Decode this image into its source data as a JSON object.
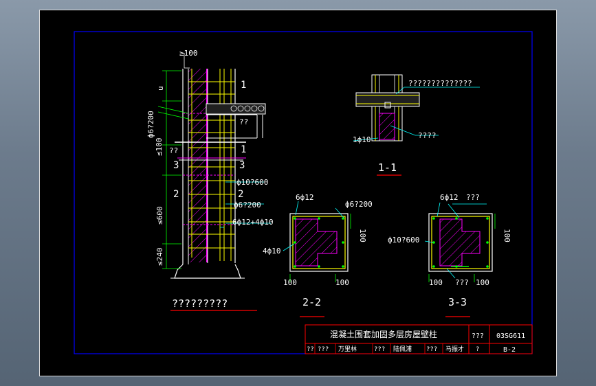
{
  "labels": {
    "dim_ge100_top": "≥100",
    "dim_u": "u",
    "dim_phi6_200_left": "ф6?200",
    "dim_le100": "≤100",
    "sec1_top": "1",
    "sec1_mid": "1",
    "beam_label": "??",
    "qq_left": "??",
    "sec3_left": "3",
    "sec3_right": "3",
    "sec2_left": "2",
    "sec2_right": "2",
    "phi10_600": "ф10?600",
    "phi6_200_mid": "ф6?200",
    "le600": "≤600",
    "rebar_main": "6ф12+4ф10",
    "le240": "≤240",
    "elev_title": "?????????",
    "s11_callout_top": "??????????????",
    "s11_callout_right": "????",
    "s11_1phi10": "1ф10",
    "s11_title": "1-1",
    "s22_6phi12": "6ф12",
    "s22_phi6_200": "ф6?200",
    "s22_100_right": "100",
    "s22_4phi10": "4ф10",
    "s22_100_a": "100",
    "s22_100_b": "100",
    "s22_title": "2-2",
    "s33_6phi12": "6ф12",
    "s33_qqq_top": "???",
    "s33_100_right": "100",
    "s33_phi10_600": "ф10?600",
    "s33_100_a": "100",
    "s33_qqq_bot": "???",
    "s33_100_b": "100",
    "s33_title": "3-3"
  },
  "title_block": {
    "title": "混凝土围套加固多层房屋壁柱",
    "cell_qqq": "???",
    "atlas_no": "03SG611",
    "row2": [
      "??",
      "???",
      "万里林",
      "???",
      "陆佩浦",
      "???",
      "马振才",
      "?"
    ],
    "page_no": "B-2"
  },
  "colors": {
    "background": "#000000",
    "frame": "#0000ff",
    "concrete": "#ff00ff",
    "rebar": "#ffff00",
    "dimension": "#00ff00",
    "leader": "#00ffff",
    "title_underline": "#ff0000",
    "text": "#ffffff"
  }
}
